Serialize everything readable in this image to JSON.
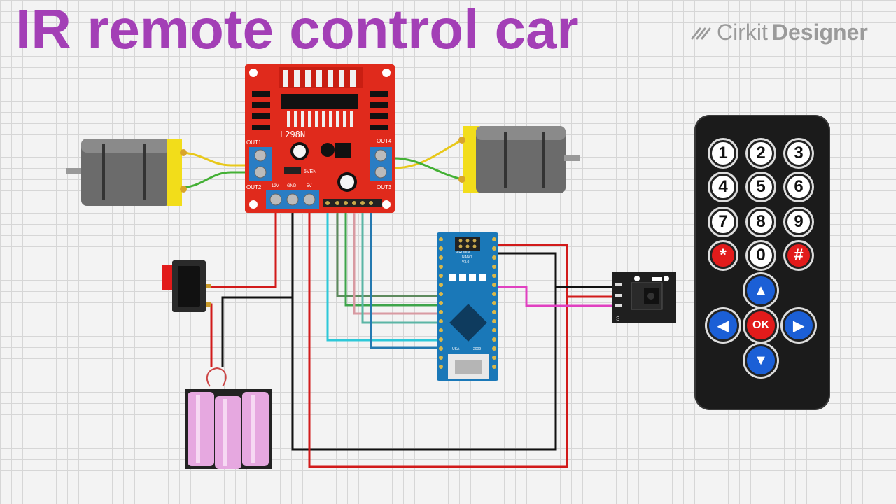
{
  "title": "IR remote control car",
  "brand": {
    "name": "Cirkit",
    "suffix": "Designer",
    "icon": "cirkit-logo-icon"
  },
  "driver": {
    "chip": "L298N",
    "out1": "OUT1",
    "out2": "OUT2",
    "out3": "OUT3",
    "out4": "OUT4",
    "five_ven": "5VEN",
    "v12": "12V",
    "gnd": "GND",
    "v5": "5V"
  },
  "nano": {
    "line1": "ARDUINO",
    "line2": "NANO",
    "line3": "V3.0",
    "usa": "USA",
    "year": "2009"
  },
  "ir_receiver": {
    "pin": "S"
  },
  "remote": {
    "keys": [
      "1",
      "2",
      "3",
      "4",
      "5",
      "6",
      "7",
      "8",
      "9",
      "*",
      "0",
      "#"
    ],
    "up": "▲",
    "left": "◀",
    "ok": "OK",
    "right": "▶",
    "down": "▼"
  },
  "colors": {
    "title": "#a33fb6",
    "board_red": "#e02a1c",
    "nano_blue": "#1a78b8",
    "wire_red": "#d11a1a",
    "wire_black": "#111111"
  }
}
